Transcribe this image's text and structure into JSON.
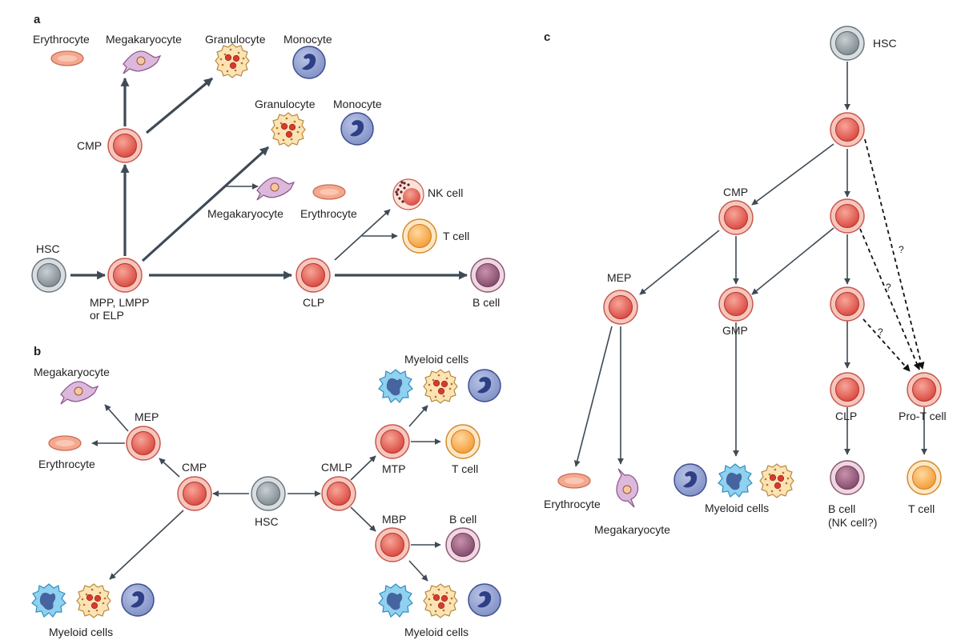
{
  "panels": {
    "a": {
      "letter": "a",
      "top_erythrocyte": "Erythrocyte",
      "top_megakaryocyte": "Megakaryocyte",
      "top_granulocyte": "Granulocyte",
      "top_monocyte": "Monocyte",
      "cmp": "CMP",
      "mid_granulocyte": "Granulocyte",
      "mid_monocyte": "Monocyte",
      "mid_megakaryocyte": "Megakaryocyte",
      "mid_erythrocyte": "Erythrocyte",
      "nk": "NK cell",
      "tcell": "T cell",
      "hsc": "HSC",
      "mpp_line1": "MPP, LMPP",
      "mpp_line2": "or ELP",
      "clp": "CLP",
      "bcell": "B cell"
    },
    "b": {
      "letter": "b",
      "megakaryocyte": "Megakaryocyte",
      "mep": "MEP",
      "erythrocyte": "Erythrocyte",
      "cmp": "CMP",
      "hsc": "HSC",
      "cmlp": "CMLP",
      "myeloid_top": "Myeloid cells",
      "mtp": "MTP",
      "tcell": "T cell",
      "mbp": "MBP",
      "bcell": "B cell",
      "myeloid_left": "Myeloid cells",
      "myeloid_right": "Myeloid cells"
    },
    "c": {
      "letter": "c",
      "hsc": "HSC",
      "cmp": "CMP",
      "mep": "MEP",
      "gmp": "GMP",
      "clp": "CLP",
      "prot": "Pro-T cell",
      "q": "?",
      "erythrocyte": "Erythrocyte",
      "megakaryocyte": "Megakaryocyte",
      "myeloid": "Myeloid cells",
      "bcell_line1": "B cell",
      "bcell_line2": "(NK cell?)",
      "tcell": "T cell"
    }
  },
  "colors": {
    "progenitor": "#e8645a",
    "progenitor_ring": "#f6c6bc",
    "hsc": "#9ea8ae",
    "hsc_ring": "#d7dde0",
    "erythrocyte": "#f4a98f",
    "megakaryocyte": "#d9b3d8",
    "granulocyte": "#f5d08a",
    "monocyte": "#4f63a8",
    "macrophage": "#5ab6e0",
    "tcell": "#f7a948",
    "bcell": "#a16a86",
    "arrow": "#3f4a55"
  }
}
